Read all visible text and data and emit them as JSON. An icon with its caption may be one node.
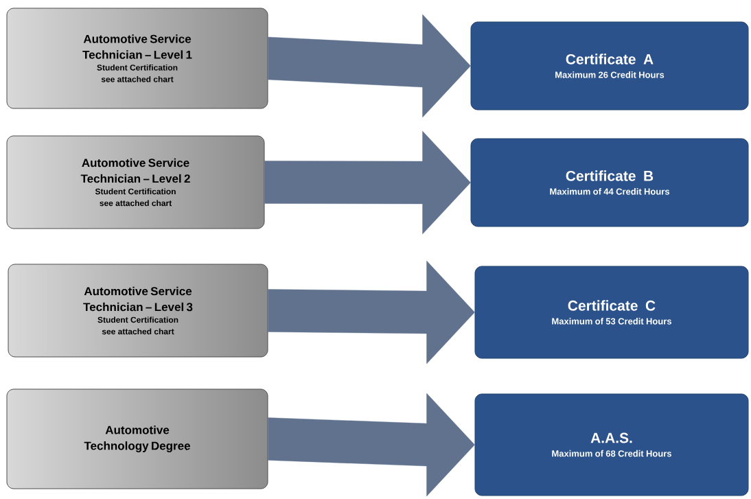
{
  "diagram": {
    "nodes": [
      {
        "text": [
          "Automotive Service Technician – Level 1",
          "Student Certification see attached chart"
        ]
      },
      {
        "text": [
          "Certificate A",
          "Maximum 26 Credit Hours"
        ]
      },
      {
        "text": [
          "Automotive Service Technician – Level 2",
          "Student Certification see attached chart"
        ]
      },
      {
        "text": [
          "Certificate B",
          "Maximum of 44 Credit Hours"
        ]
      },
      {
        "text": [
          "Automotive Service Technician – Level 3",
          "Student Certification see attached chart"
        ]
      },
      {
        "text": [
          "Certificate C",
          "Maximum of 53 Credit Hours"
        ]
      },
      {
        "text": [
          "Automotive Technology Degree"
        ]
      },
      {
        "text": [
          "A.A.S.",
          "Maximum of 68 Credit Hours"
        ]
      }
    ],
    "edges": [
      {
        "from": 0,
        "to": 1,
        "arrow": "to"
      },
      {
        "from": 2,
        "to": 3,
        "arrow": "to"
      },
      {
        "from": 4,
        "to": 5,
        "arrow": "to"
      },
      {
        "from": 6,
        "to": 7,
        "arrow": "to"
      }
    ]
  }
}
